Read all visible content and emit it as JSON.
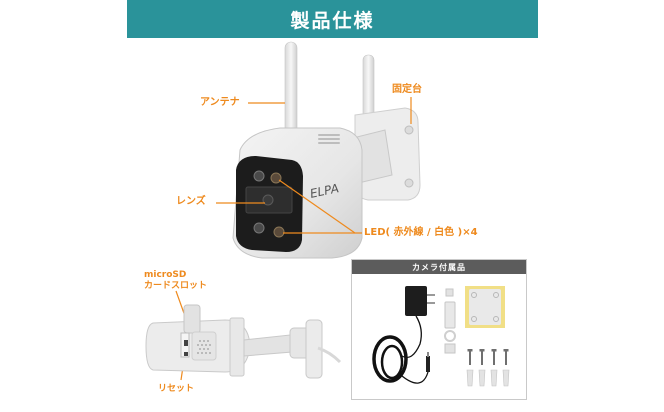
{
  "header": {
    "title": "製品仕様",
    "background_color": "#2a939a"
  },
  "labels": {
    "antenna": "アンテナ",
    "mount": "固定台",
    "lens": "レンズ",
    "led": "LED( 赤外線 / 白色 )×4",
    "microsd_line1": "microSD",
    "microsd_line2": "カードスロット",
    "reset": "リセット",
    "color": "#ee8a1e"
  },
  "camera": {
    "brand_logo": "ELPA"
  },
  "accessories": {
    "title": "カメラ付属品",
    "header_color": "#5c5c5c",
    "items": [
      "ac-adapter",
      "cable-bushing",
      "mounting-template",
      "screws-x4",
      "wall-anchors-x4"
    ]
  }
}
